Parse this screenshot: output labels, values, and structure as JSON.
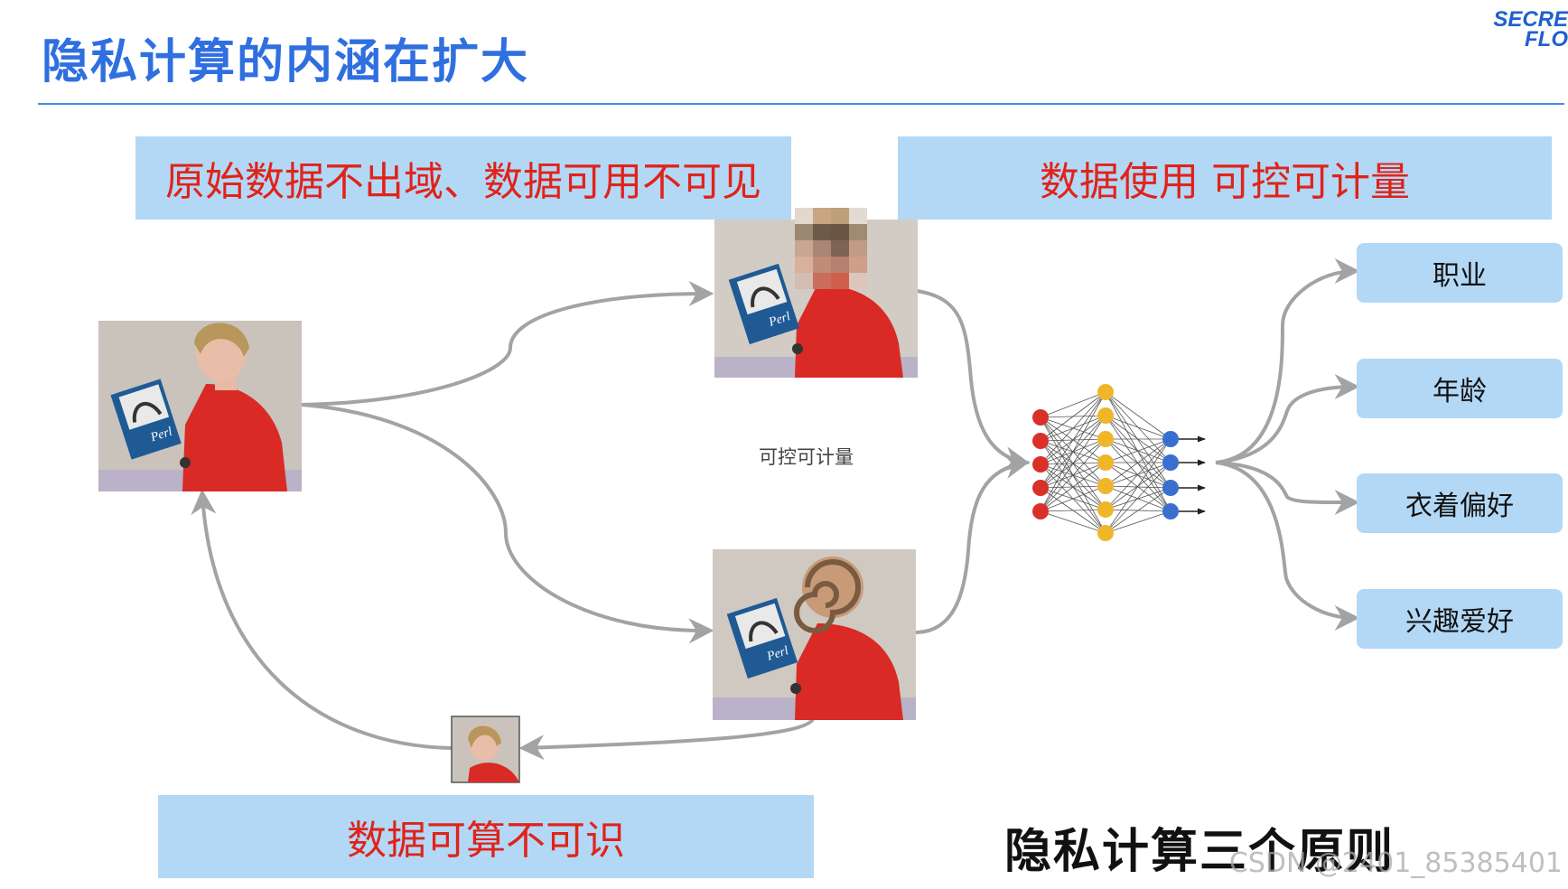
{
  "header": {
    "title": "隐私计算的内涵在扩大",
    "logo_line1": "SECRE",
    "logo_line2": "FLO"
  },
  "banners": {
    "top_left": "原始数据不出域、数据可用不可见",
    "top_right": "数据使用 可控可计量",
    "bottom": "数据可算不可识"
  },
  "center_label": "可控可计量",
  "outputs": [
    "职业",
    "年龄",
    "衣着偏好",
    "兴趣爱好"
  ],
  "footer": {
    "principles": "隐私计算三个原则",
    "watermark": "CSDN @2401_85385401"
  },
  "colors": {
    "title": "#2f6fe0",
    "banner_bg": "#b3d8f6",
    "banner_text": "#e0231a",
    "arrow": "#a3a3a3",
    "nn_input": "#d9302a",
    "nn_hidden": "#f0b62a",
    "nn_output": "#3a6fd0"
  },
  "icons": {
    "photo_original": "person-reading-perl-book",
    "photo_pixelated": "person-with-pixelated-face",
    "photo_swirled": "person-with-swirled-face",
    "photo_thumbnail": "small-face-crop",
    "network": "neural-network-icon"
  }
}
